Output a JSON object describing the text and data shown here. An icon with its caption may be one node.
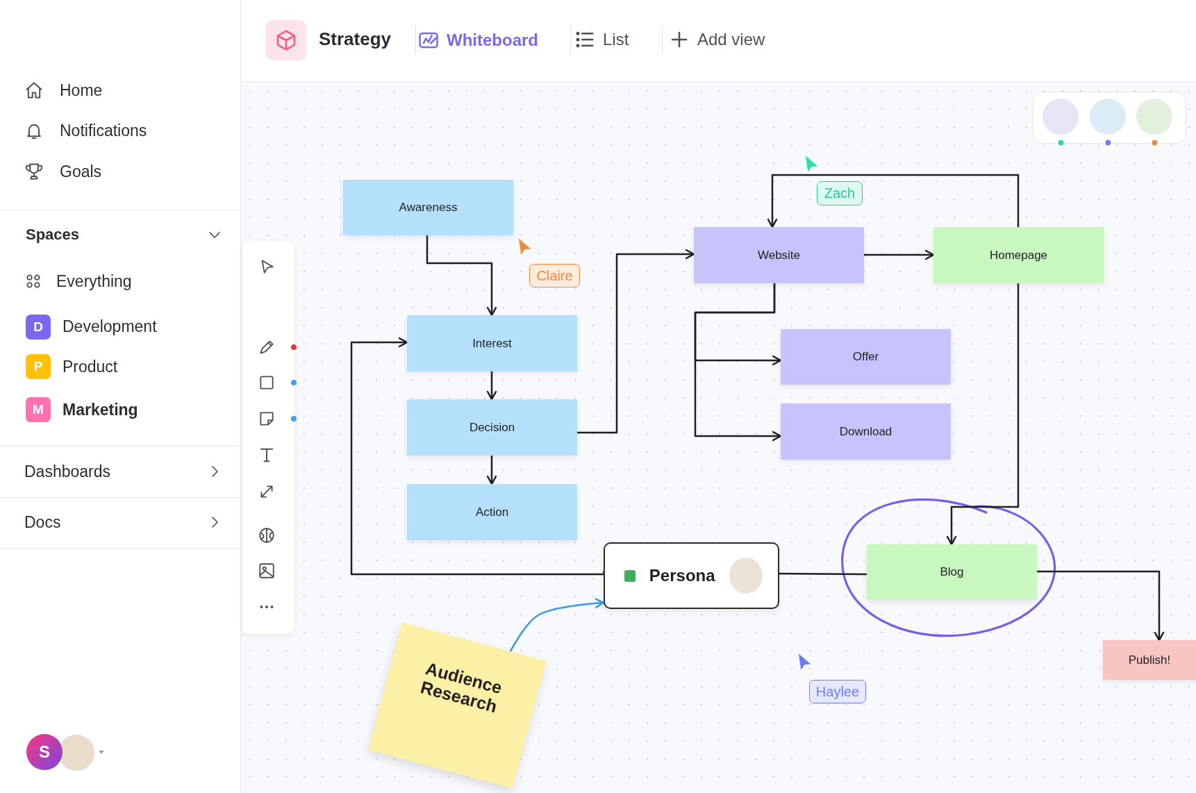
{
  "diagram": {
    "nodes": [
      {
        "text": [
          "Awareness"
        ]
      },
      {
        "text": [
          "Website"
        ]
      },
      {
        "text": [
          "Homepage"
        ]
      },
      {
        "text": [
          "Interest"
        ]
      },
      {
        "text": [
          "Offer"
        ]
      },
      {
        "text": [
          "Decision"
        ]
      },
      {
        "text": [
          "Download"
        ]
      },
      {
        "text": [
          "Action"
        ]
      },
      {
        "text": [
          "Persona"
        ]
      },
      {
        "text": [
          "Blog"
        ]
      },
      {
        "text": [
          "Audience Research"
        ]
      },
      {
        "text": [
          "Publish!"
        ]
      }
    ],
    "edges": [
      {
        "from": 0,
        "to": 3,
        "arrow": "to"
      },
      {
        "from": 3,
        "to": 5,
        "arrow": "to"
      },
      {
        "from": 5,
        "to": 7,
        "arrow": "to"
      },
      {
        "from": 5,
        "to": 1,
        "arrow": "to"
      },
      {
        "from": 1,
        "to": 2,
        "arrow": "to"
      },
      {
        "from": 1,
        "to": 4,
        "arrow": "to"
      },
      {
        "from": 1,
        "to": 6,
        "arrow": "to"
      },
      {
        "from": 2,
        "to": 1,
        "arrow": "to"
      },
      {
        "from": 2,
        "to": 9,
        "arrow": "to"
      },
      {
        "from": 8,
        "to": 3,
        "arrow": "to"
      },
      {
        "from": 8,
        "to": 9,
        "arrow": "none"
      },
      {
        "from": 9,
        "to": 11,
        "arrow": "to"
      },
      {
        "from": 10,
        "to": 8,
        "arrow": "to",
        "color": "#3b9be0"
      }
    ],
    "labels": [
      "Home",
      "Notifications",
      "Goals",
      "Spaces",
      "Everything",
      "D",
      "Development",
      "P",
      "Product",
      "M",
      "Marketing",
      "Dashboards",
      "Docs",
      "S",
      "Strategy",
      "Whiteboard",
      "List",
      "Add view",
      "Claire",
      "Zach",
      "Haylee"
    ]
  }
}
